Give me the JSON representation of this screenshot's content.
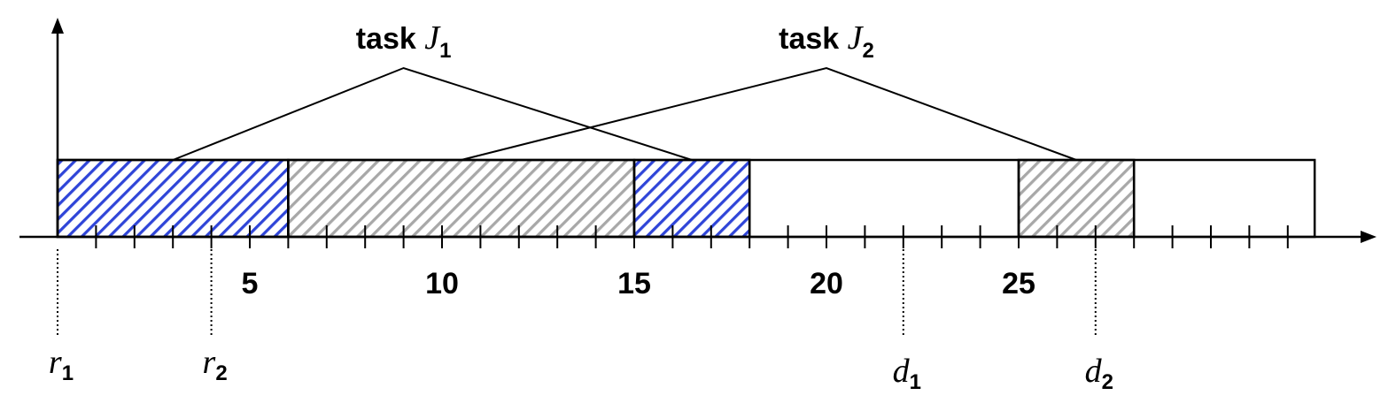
{
  "timeline": {
    "unit_ticks": 32,
    "tick_labels": [
      {
        "value": 5,
        "text": "5"
      },
      {
        "value": 10,
        "text": "10"
      },
      {
        "value": 15,
        "text": "15"
      },
      {
        "value": 20,
        "text": "20"
      },
      {
        "value": 25,
        "text": "25"
      }
    ],
    "box_end": 32.7
  },
  "tasks": [
    {
      "id": "J1",
      "label_prefix": "task ",
      "label_var": "J",
      "label_sub": "1",
      "apex_time": 9,
      "span": [
        3,
        16.5
      ]
    },
    {
      "id": "J2",
      "label_prefix": "task ",
      "label_var": "J",
      "label_sub": "2",
      "apex_time": 20,
      "span": [
        10.5,
        26.5
      ]
    }
  ],
  "segments": [
    {
      "task": "J1",
      "start": 0,
      "end": 6,
      "color": "#2f45d8"
    },
    {
      "task": "J2",
      "start": 6,
      "end": 15,
      "color": "#a8a8a8"
    },
    {
      "task": "J1",
      "start": 15,
      "end": 18,
      "color": "#2f45d8"
    },
    {
      "task": "J2",
      "start": 25,
      "end": 28,
      "color": "#a8a8a8"
    }
  ],
  "markers": [
    {
      "id": "r1",
      "var": "r",
      "sub": "1",
      "time": 0
    },
    {
      "id": "r2",
      "var": "r",
      "sub": "2",
      "time": 4
    },
    {
      "id": "d1",
      "var": "d",
      "sub": "1",
      "time": 22
    },
    {
      "id": "d2",
      "var": "d",
      "sub": "2",
      "time": 27
    }
  ],
  "colors": {
    "j1_hatch": "#2f45d8",
    "j2_hatch": "#a8a8a8",
    "line": "#000000"
  }
}
